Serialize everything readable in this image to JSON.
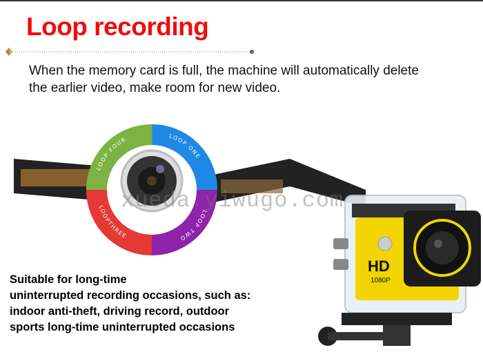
{
  "title": "Loop recording",
  "description": [
    "When the memory card is full, the machine will automatically delete",
    "the earlier video, make room for new video."
  ],
  "loops": {
    "one": "LOOP ONE",
    "two": "LOOP TWO",
    "three": "LOOPTHREE",
    "four": "LOOP FOUR"
  },
  "camera": {
    "hd": "HD",
    "resolution": "1080P"
  },
  "watermark": "xueda.yiwugo.com",
  "bottom_text": [
    "Suitable for  long-time",
    "uninterrupted recording occasions,  such as:",
    " indoor anti-theft, driving record, outdoor",
    "sports long-time uninterrupted  occasions"
  ],
  "colors": {
    "title": "#f00c0c",
    "camera_body": "#f2d500"
  }
}
